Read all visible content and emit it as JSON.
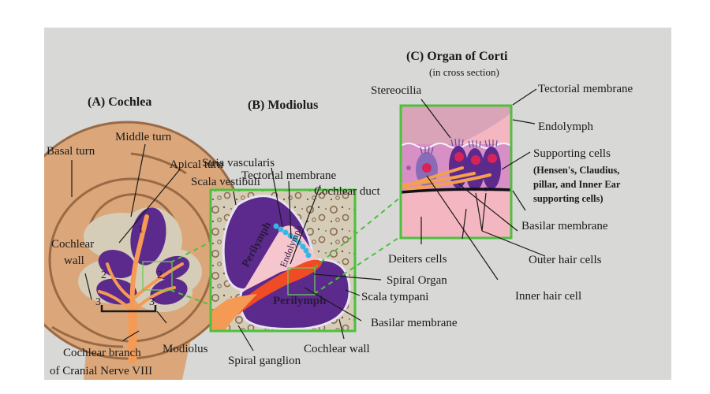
{
  "panels": {
    "a": {
      "title": "(A) Cochlea"
    },
    "b": {
      "title": "(B) Modiolus"
    },
    "c": {
      "title": "(C) Organ of Corti",
      "subtitle": "(in cross section)"
    }
  },
  "cochlea": {
    "labels": {
      "basal_turn": "Basal turn",
      "middle_turn": "Middle turn",
      "apical_turn": "Apical turn",
      "cochlear_wall_1": "Cochlear",
      "cochlear_wall_2": "wall",
      "modiolus": "Modiolus",
      "nerve_1": "Cochlear branch",
      "nerve_2": "of Cranial Nerve VIII"
    },
    "turn_numbers": [
      "1",
      "2",
      "2",
      "3",
      "3"
    ]
  },
  "modiolus": {
    "labels": {
      "scala_vestibuli": "Scala vestibuli",
      "stria_vascularis": "Stria vascularis",
      "tectorial_membrane": "Tectorial membrane",
      "cochlear_duct": "Cochlear duct",
      "spiral_organ": "Spiral Organ",
      "scala_tympani": "Scala tympani",
      "basilar_membrane": "Basilar membrane",
      "cochlear_wall": "Cochlear wall",
      "spiral_ganglion": "Spiral ganglion"
    },
    "inner_labels": {
      "perilymph_upper": "Perilymph",
      "endolymph": "Endolymph",
      "perilymph_lower": "Perilymph"
    }
  },
  "corti": {
    "labels": {
      "stereocilia": "Stereocilia",
      "tectorial_membrane": "Tectorial membrane",
      "endolymph": "Endolymph",
      "supporting_cells": "Supporting cells",
      "supporting_detail_1": "(Hensen's, Claudius,",
      "supporting_detail_2": "pillar, and Inner Ear",
      "supporting_detail_3": "supporting cells)",
      "basilar_membrane": "Basilar membrane",
      "deiters_cells": "Deiters cells",
      "outer_hair_cells": "Outer hair cells",
      "inner_hair_cell": "Inner hair cell"
    }
  },
  "colors": {
    "background": "#d8d8d7",
    "cochlea_tan": "#dba77a",
    "cochlea_outline": "#9a6a45",
    "perilymph_purple": "#5b2a8c",
    "nerve_orange": "#f59a55",
    "endolymph_pink": "#f6c6cf",
    "bone_beige": "#d6cdb8",
    "highlight_green": "#4cc13d",
    "stria_cyan": "#39b6e0",
    "basilar_red": "#ef4b24",
    "hair_cell_red": "#d6245a"
  }
}
